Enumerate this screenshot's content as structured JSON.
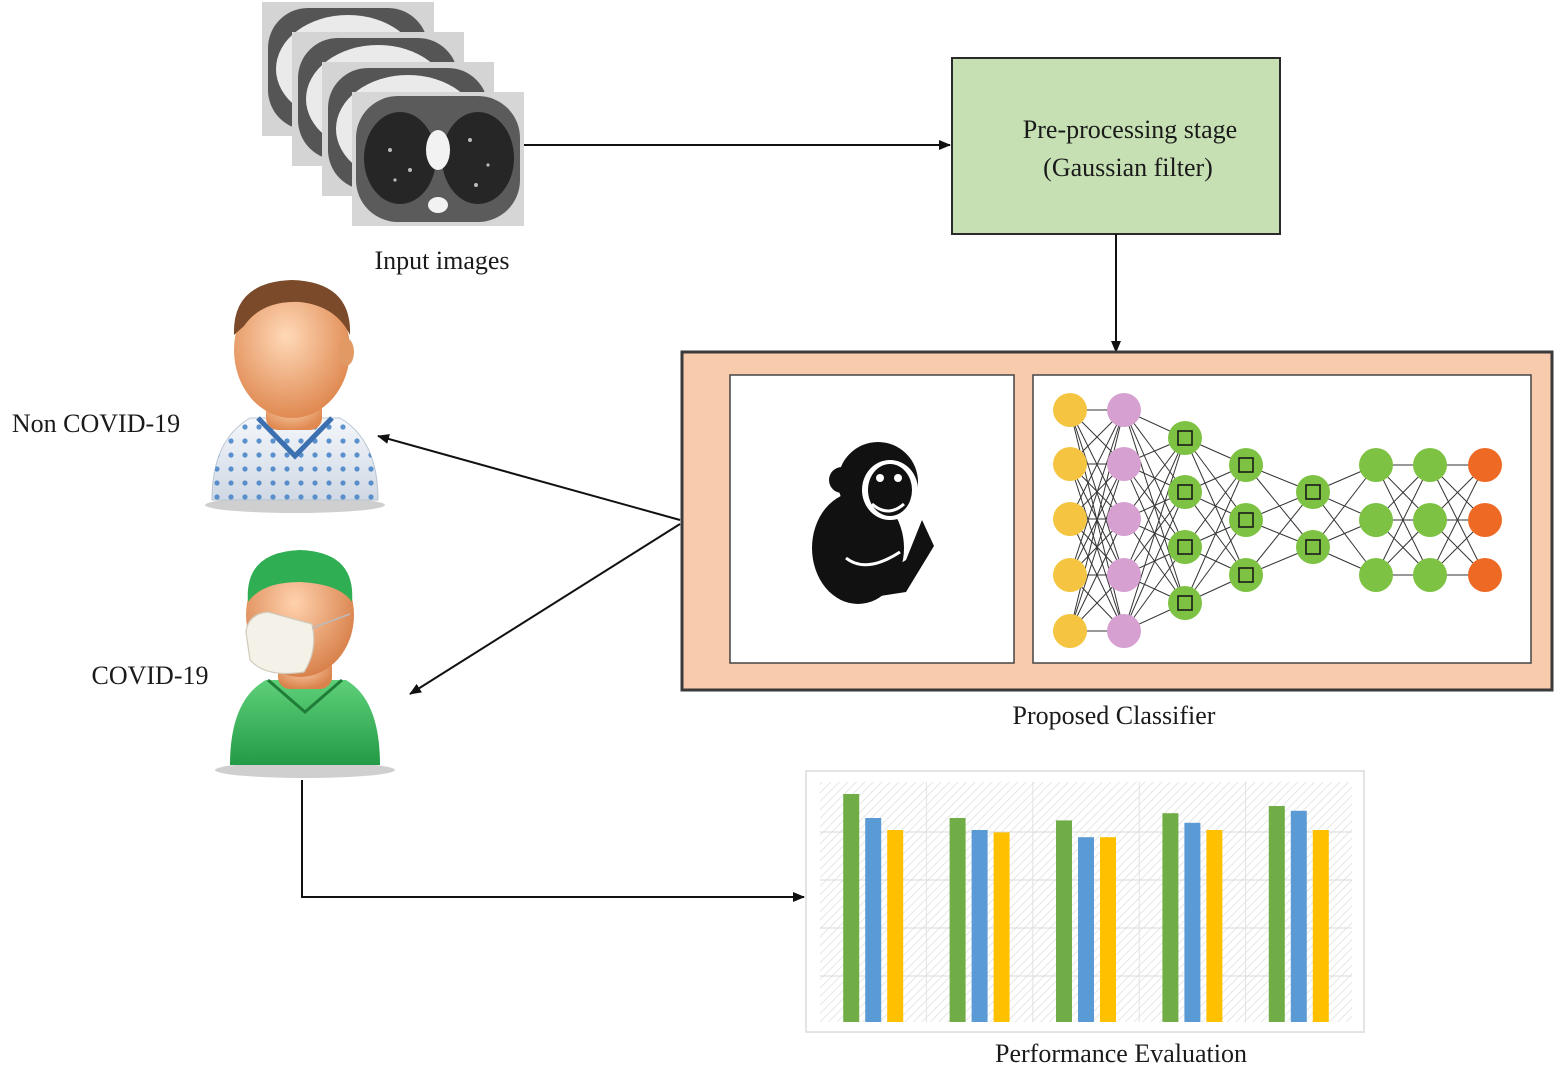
{
  "labels": {
    "input_images": "Input images",
    "preprocessing_line1": "Pre-processing stage",
    "preprocessing_line2": "(Gaussian filter)",
    "proposed_classifier": "Proposed Classifier",
    "non_covid": "Non COVID-19",
    "covid": "COVID-19",
    "performance_evaluation": "Performance Evaluation"
  },
  "colors": {
    "preprocessing_fill": "#c6e0b4",
    "classifier_fill": "#f8cbad",
    "classifier_border": "#3a3a3a",
    "input_layer": "#f5c542",
    "hidden_layer_1": "#d6a0d0",
    "conv_layers": "#7dc242",
    "output_layer": "#ee6a24",
    "bar_green": "#70ad47",
    "bar_blue": "#5b9bd5",
    "bar_yellow": "#ffc000"
  },
  "icons": {
    "ct_scan_stack": "lung-ct-slices-icon",
    "optimizer": "chimpanzee-icon",
    "network": "neural-network-icon",
    "non_covid_person": "patient-gown-icon",
    "covid_person": "surgeon-mask-icon"
  },
  "performance_chart": {
    "groups": 5,
    "series_per_group": 3,
    "values": [
      [
        0.95,
        0.85,
        0.8
      ],
      [
        0.85,
        0.8,
        0.79
      ],
      [
        0.84,
        0.77,
        0.77
      ],
      [
        0.87,
        0.83,
        0.8
      ],
      [
        0.9,
        0.88,
        0.8
      ]
    ]
  }
}
